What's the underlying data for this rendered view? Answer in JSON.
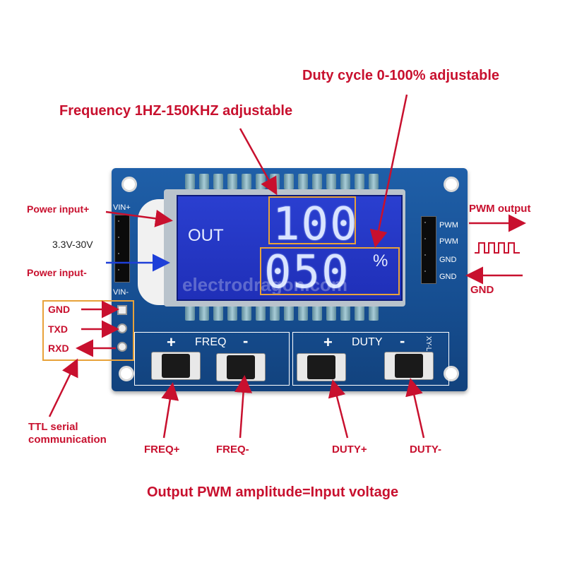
{
  "callouts": {
    "duty_cycle": "Duty cycle 0-100%  adjustable",
    "frequency": "Frequency 1HZ-150KHZ adjustable",
    "power_input_plus": "Power input+",
    "voltage_range": "3.3V-30V",
    "power_input_minus": "Power input-",
    "gnd_left": "GND",
    "txd": "TXD",
    "rxd": "RXD",
    "ttl_serial": "TTL serial",
    "communication": "communication",
    "pwm_output": "PWM output",
    "gnd_right": "GND",
    "freq_plus": "FREQ+",
    "freq_minus": "FREQ-",
    "duty_plus": "DUTY+",
    "duty_minus": "DUTY-",
    "footer": "Output PWM amplitude=Input voltage"
  },
  "board": {
    "lcd_out_label": "OUT",
    "lcd_top_value": "100",
    "lcd_bottom_value": "050",
    "lcd_percent": "%",
    "watermark": "electrodragon.com",
    "vin_plus": "VIN+",
    "vin_minus": "VIN-",
    "pwm_1": "PWM",
    "pwm_2": "PWM",
    "gnd_1": "GND",
    "gnd_2": "GND",
    "freq_group": "FREQ",
    "duty_group": "DUTY",
    "plus_sign": "+",
    "minus_sign": "-",
    "model": "XY-LPWM"
  },
  "colors": {
    "callout_red": "#c8102e",
    "arrow_blue": "#1e3fd8",
    "box_orange": "#e8a23a",
    "pcb_blue": "#1b5aa0",
    "lcd_blue": "#2434c4"
  },
  "icons": {
    "pwm_wave": "square-wave-icon"
  }
}
